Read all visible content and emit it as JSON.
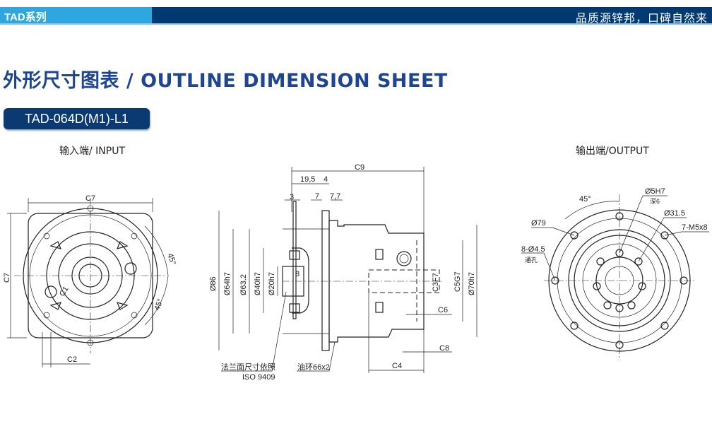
{
  "header": {
    "series": "TAD系列",
    "slogan": "品质源锌邦，口碑自然来"
  },
  "title": "外形尺寸图表 / OUTLINE DIMENSION SHEET",
  "model": "TAD-064D(M1)-L1",
  "input_view": {
    "label": "输入端/ INPUT",
    "dims": {
      "c7_top": "C7",
      "c7_left": "C7",
      "c1": "C1",
      "c2": "C2",
      "angle1": "45°",
      "angle2": "45°"
    }
  },
  "side_view": {
    "dims": {
      "c9": "C9",
      "d19_5": "19,5",
      "d4": "4",
      "d3": "3",
      "d7": "7",
      "d7_7": "7,7",
      "d86": "Ø86",
      "d64": "Ø64h7",
      "d63_2": "Ø63.2",
      "d40": "Ø40h7",
      "d20": "Ø20h7",
      "d8": "8",
      "c3": "C3F7",
      "c5": "C5G7",
      "d70": "Ø70h7",
      "c6": "C6",
      "c8": "C8",
      "c4": "C4"
    },
    "note_flange": "法兰面尺寸依照",
    "note_iso": "ISO 9409",
    "note_oring": "油环66x2"
  },
  "output_view": {
    "label": "输出端/OUTPUT",
    "dims": {
      "angle": "45°",
      "d5": "Ø5H7",
      "depth": "深6",
      "d31_5": "Ø31.5",
      "d79": "Ø79",
      "m5": "7-M5x8",
      "holes": "8-Ø4.5",
      "through": "通孔"
    }
  }
}
